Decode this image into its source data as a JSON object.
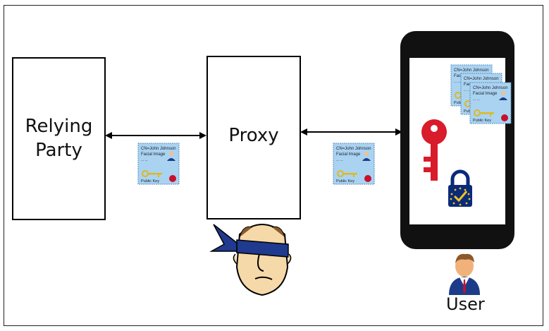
{
  "relying_party": {
    "label": "Relying\nParty"
  },
  "proxy": {
    "label": "Proxy"
  },
  "user": {
    "label": "User"
  },
  "certificate": {
    "cn": "CN=John Johnson",
    "facial_image": "Facial Image",
    "ellipsis": "... ...",
    "public_key": "Public Key"
  },
  "colors": {
    "cert_fill": "#a9d3f0",
    "cert_border": "#5a8fc4",
    "key_red": "#d81c2a",
    "lock_blue": "#0a2a7a",
    "blindfold": "#1f3a8f",
    "skin": "#f6d9a8",
    "phone_body": "#111111"
  },
  "icons": [
    "certificate-icon",
    "red-key-icon",
    "padlock-check-icon",
    "blindfolded-man-icon",
    "user-avatar-icon",
    "smartphone-icon",
    "double-arrow-icon"
  ]
}
